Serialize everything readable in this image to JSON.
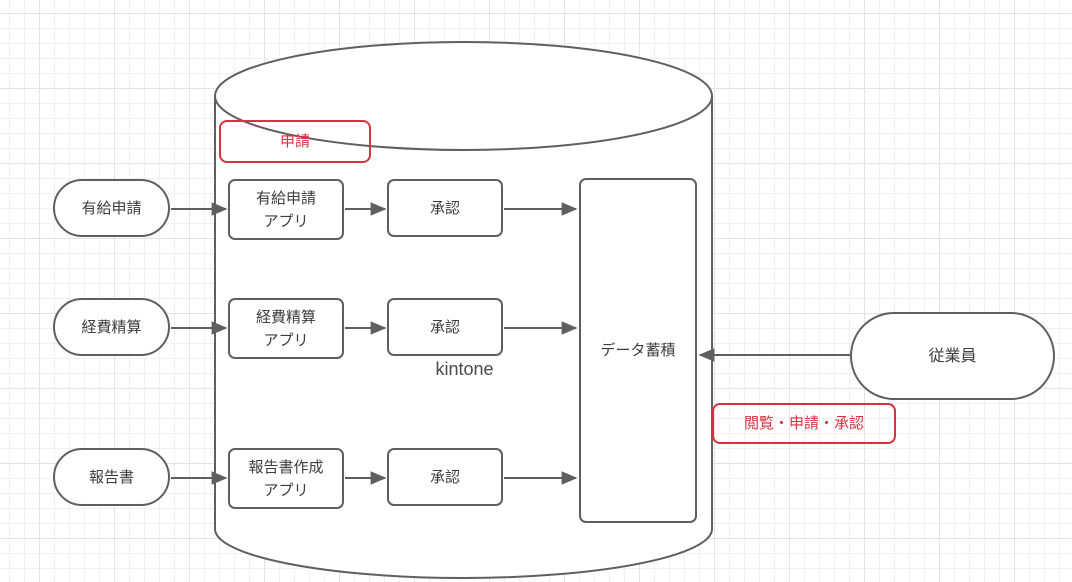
{
  "colors": {
    "shape_stroke": "#5f5f5f",
    "annotation_red": "#d5333f",
    "text": "#3d3d3d",
    "grid_minor": "#f0f0f0",
    "grid_major": "#e3e3e3",
    "canvas_background": "#ffffff"
  },
  "cylinder": {
    "label": "kintone"
  },
  "rows": [
    {
      "source": "有給申請",
      "app_line1": "有給申請",
      "app_line2": "アプリ",
      "approval": "承認"
    },
    {
      "source": "経費精算",
      "app_line1": "経費精算",
      "app_line2": "アプリ",
      "approval": "承認"
    },
    {
      "source": "報告書",
      "app_line1": "報告書作成",
      "app_line2": "アプリ",
      "approval": "承認"
    }
  ],
  "data_store": {
    "label": "データ蓄積"
  },
  "employee": {
    "label": "従業員"
  },
  "annotations": {
    "request": "申請",
    "browse_request_approve": "閲覧・申請・承認"
  }
}
